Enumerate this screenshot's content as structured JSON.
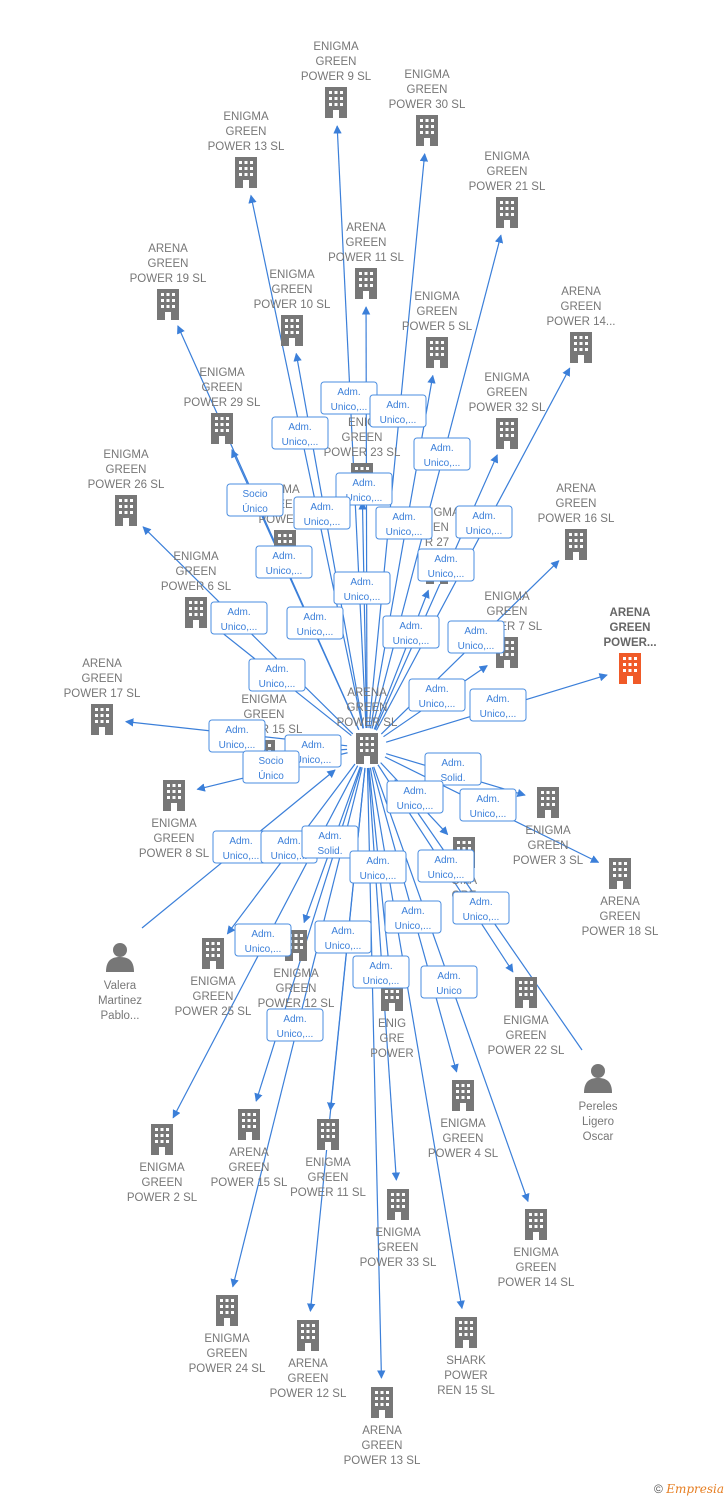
{
  "colors": {
    "edge": "#3b7fd9",
    "node": "#777777",
    "highlight": "#f05a28",
    "role_text": "#3b7fd9"
  },
  "nodes": [
    {
      "id": "center",
      "lines": [
        "ARENA",
        "GREEN",
        "POWER SL"
      ],
      "kind": "company"
    },
    {
      "id": "egp9",
      "lines": [
        "ENIGMA",
        "GREEN",
        "POWER 9 SL"
      ],
      "kind": "company"
    },
    {
      "id": "egp30",
      "lines": [
        "ENIGMA",
        "GREEN",
        "POWER 30 SL"
      ],
      "kind": "company"
    },
    {
      "id": "egp13",
      "lines": [
        "ENIGMA",
        "GREEN",
        "POWER 13 SL"
      ],
      "kind": "company"
    },
    {
      "id": "egp21",
      "lines": [
        "ENIGMA",
        "GREEN",
        "POWER 21 SL"
      ],
      "kind": "company"
    },
    {
      "id": "agp11",
      "lines": [
        "ARENA",
        "GREEN",
        "POWER 11 SL"
      ],
      "kind": "company"
    },
    {
      "id": "agp19",
      "lines": [
        "ARENA",
        "GREEN",
        "POWER 19 SL"
      ],
      "kind": "company"
    },
    {
      "id": "egp10",
      "lines": [
        "ENIGMA",
        "GREEN",
        "POWER 10 SL"
      ],
      "kind": "company"
    },
    {
      "id": "egp5",
      "lines": [
        "ENIGMA",
        "GREEN",
        "POWER 5 SL"
      ],
      "kind": "company"
    },
    {
      "id": "agp14",
      "lines": [
        "ARENA",
        "GREEN",
        "POWER 14..."
      ],
      "kind": "company"
    },
    {
      "id": "egp29",
      "lines": [
        "ENIGMA",
        "GREEN",
        "POWER 29 SL"
      ],
      "kind": "company"
    },
    {
      "id": "egp32",
      "lines": [
        "ENIGMA",
        "GREEN",
        "POWER 32 SL"
      ],
      "kind": "company"
    },
    {
      "id": "egp23",
      "lines": [
        "ENIG",
        "GREEN",
        "POWER 23 SL"
      ],
      "kind": "company"
    },
    {
      "id": "egp26",
      "lines": [
        "ENIGMA",
        "GREEN",
        "POWER 26 SL"
      ],
      "kind": "company"
    },
    {
      "id": "egp2x",
      "lines": [
        "IGMA",
        "EE",
        "POWER 2"
      ],
      "kind": "company"
    },
    {
      "id": "egp27",
      "lines": [
        "ENIGMA",
        "EEN",
        "R 27"
      ],
      "kind": "company"
    },
    {
      "id": "agp16",
      "lines": [
        "ARENA",
        "GREEN",
        "POWER 16 SL"
      ],
      "kind": "company"
    },
    {
      "id": "egp6",
      "lines": [
        "ENIGMA",
        "GREEN",
        "POWER 6 SL"
      ],
      "kind": "company"
    },
    {
      "id": "egp7",
      "lines": [
        "ENIGMA",
        "GREEN",
        "POWER 7 SL"
      ],
      "kind": "company"
    },
    {
      "id": "egpmain",
      "lines": [
        "ARENA",
        "GREEN",
        "POWER..."
      ],
      "kind": "highlight"
    },
    {
      "id": "agp17",
      "lines": [
        "ARENA",
        "GREEN",
        "POWER 17 SL"
      ],
      "kind": "company"
    },
    {
      "id": "egp15",
      "lines": [
        "ENIGMA",
        "GREEN",
        "POWER 15 SL"
      ],
      "kind": "company"
    },
    {
      "id": "egp8",
      "lines": [
        "ENIGMA",
        "GREEN",
        "POWER 8 SL"
      ],
      "kind": "company"
    },
    {
      "id": "egp3",
      "lines": [
        "ENIGMA",
        "GREEN",
        "POWER 3 SL"
      ],
      "kind": "company"
    },
    {
      "id": "agp18",
      "lines": [
        "ARENA",
        "GREEN",
        "POWER 18 SL"
      ],
      "kind": "company"
    },
    {
      "id": "egpx",
      "lines": [
        "GMA",
        "GRE",
        "WE"
      ],
      "kind": "company"
    },
    {
      "id": "valera",
      "lines": [
        "Valera",
        "Martinez",
        "Pablo..."
      ],
      "kind": "person"
    },
    {
      "id": "egp25",
      "lines": [
        "ENIGMA",
        "GREEN",
        "POWER 25 SL"
      ],
      "kind": "company"
    },
    {
      "id": "egp12",
      "lines": [
        "ENIGMA",
        "GREEN",
        "POWER 12 SL"
      ],
      "kind": "company"
    },
    {
      "id": "egpy",
      "lines": [
        "ENIG",
        "GRE",
        "POWER"
      ],
      "kind": "company"
    },
    {
      "id": "egp22",
      "lines": [
        "ENIGMA",
        "GREEN",
        "POWER 22 SL"
      ],
      "kind": "company"
    },
    {
      "id": "pereles",
      "lines": [
        "Pereles",
        "Ligero",
        "Oscar"
      ],
      "kind": "person"
    },
    {
      "id": "egp2",
      "lines": [
        "ENIGMA",
        "GREEN",
        "POWER 2 SL"
      ],
      "kind": "company"
    },
    {
      "id": "agp15",
      "lines": [
        "ARENA",
        "GREEN",
        "POWER 15 SL"
      ],
      "kind": "company"
    },
    {
      "id": "egp11",
      "lines": [
        "ENIGMA",
        "GREEN",
        "POWER 11 SL"
      ],
      "kind": "company"
    },
    {
      "id": "egp4",
      "lines": [
        "ENIGMA",
        "GREEN",
        "POWER 4 SL"
      ],
      "kind": "company"
    },
    {
      "id": "egp33",
      "lines": [
        "ENIGMA",
        "GREEN",
        "POWER 33 SL"
      ],
      "kind": "company"
    },
    {
      "id": "egp14",
      "lines": [
        "ENIGMA",
        "GREEN",
        "POWER 14 SL"
      ],
      "kind": "company"
    },
    {
      "id": "egp24",
      "lines": [
        "ENIGMA",
        "GREEN",
        "POWER 24 SL"
      ],
      "kind": "company"
    },
    {
      "id": "agp12",
      "lines": [
        "ARENA",
        "GREEN",
        "POWER 12 SL"
      ],
      "kind": "company"
    },
    {
      "id": "shark15",
      "lines": [
        "SHARK",
        "POWER",
        "REN 15 SL"
      ],
      "kind": "company"
    },
    {
      "id": "agp13",
      "lines": [
        "ARENA",
        "GREEN",
        "POWER 13 SL"
      ],
      "kind": "company"
    }
  ],
  "roles": [
    {
      "lines": [
        "Adm.",
        "Unico,..."
      ]
    },
    {
      "lines": [
        "Adm.",
        "Unico,..."
      ]
    },
    {
      "lines": [
        "Adm.",
        "Unico,..."
      ]
    },
    {
      "lines": [
        "Adm.",
        "Unico,..."
      ]
    },
    {
      "lines": [
        "Socio",
        "Único"
      ]
    },
    {
      "lines": [
        "Adm.",
        "Unico,..."
      ]
    },
    {
      "lines": [
        "Adm.",
        "Unico,..."
      ]
    },
    {
      "lines": [
        "Adm.",
        "Unico,..."
      ]
    },
    {
      "lines": [
        "Adm.",
        "Unico,..."
      ]
    },
    {
      "lines": [
        "Adm.",
        "Unico,..."
      ]
    },
    {
      "lines": [
        "Adm.",
        "Unico,..."
      ]
    },
    {
      "lines": [
        "Adm.",
        "Unico,..."
      ]
    },
    {
      "lines": [
        "Adm.",
        "Unico,..."
      ]
    },
    {
      "lines": [
        "Adm.",
        "Unico,..."
      ]
    },
    {
      "lines": [
        "Adm.",
        "Unico,..."
      ]
    },
    {
      "lines": [
        "Adm.",
        "Unico,..."
      ]
    },
    {
      "lines": [
        "Adm.",
        "Unico,..."
      ]
    },
    {
      "lines": [
        "Adm.",
        "Unico,..."
      ]
    },
    {
      "lines": [
        "Adm.",
        "Unico,..."
      ]
    },
    {
      "lines": [
        "Adm.",
        "Unico,..."
      ]
    },
    {
      "lines": [
        "Adm.",
        "Unico,..."
      ]
    },
    {
      "lines": [
        "Socio",
        "Único"
      ]
    },
    {
      "lines": [
        "Adm.",
        "Solid."
      ]
    },
    {
      "lines": [
        "Adm.",
        "Unico,..."
      ]
    },
    {
      "lines": [
        "Adm.",
        "Unico,..."
      ]
    },
    {
      "lines": [
        "Adm.",
        "Unico,..."
      ]
    },
    {
      "lines": [
        "Adm.",
        "Unico,..."
      ]
    },
    {
      "lines": [
        "Adm.",
        "Solid."
      ]
    },
    {
      "lines": [
        "Adm.",
        "Unico,..."
      ]
    },
    {
      "lines": [
        "Adm.",
        "Unico,..."
      ]
    },
    {
      "lines": [
        "Adm.",
        "Unico,..."
      ]
    },
    {
      "lines": [
        "Adm.",
        "Unico,..."
      ]
    },
    {
      "lines": [
        "Adm.",
        "Unico,..."
      ]
    },
    {
      "lines": [
        "Adm.",
        "Unico,..."
      ]
    },
    {
      "lines": [
        "Adm.",
        "Unico,..."
      ]
    },
    {
      "lines": [
        "Adm.",
        "Unico"
      ]
    },
    {
      "lines": [
        "Adm.",
        "Unico,..."
      ]
    }
  ],
  "footer": {
    "copyright": "©",
    "brand": "Empresia"
  }
}
